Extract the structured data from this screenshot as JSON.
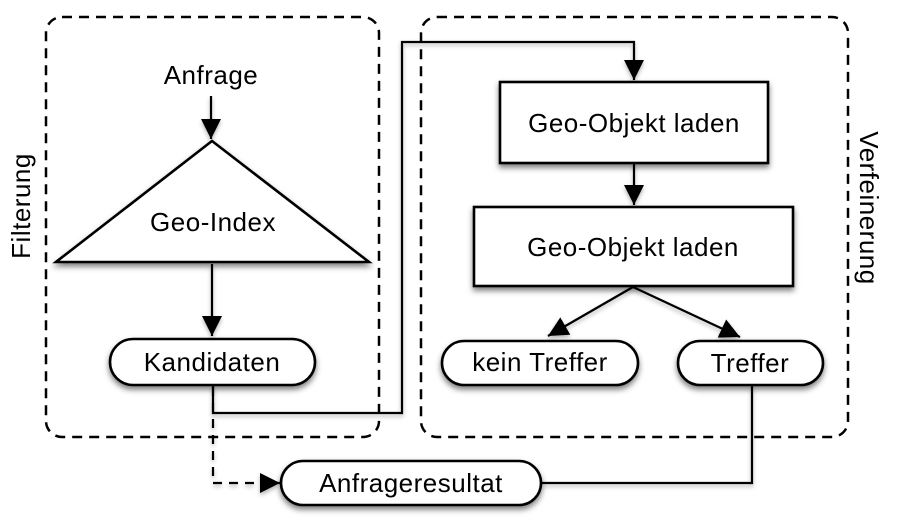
{
  "phases": {
    "filtering": {
      "label": "Filterung"
    },
    "refinement": {
      "label": "Verfeinerung"
    }
  },
  "nodes": {
    "anfrage": {
      "label": "Anfrage"
    },
    "geo_index": {
      "label": "Geo-Index"
    },
    "kandidaten": {
      "label": "Kandidaten"
    },
    "load_geo_object_1": {
      "label": "Geo-Objekt laden"
    },
    "load_geo_object_2": {
      "label": "Geo-Objekt laden"
    },
    "kein_treffer": {
      "label": "kein Treffer"
    },
    "treffer": {
      "label": "Treffer"
    },
    "anfrageresultat": {
      "label": "Anfrageresultat"
    }
  },
  "colors": {
    "stroke": "#000000",
    "shape_fill": "#ffffff",
    "background": "#ffffff"
  }
}
